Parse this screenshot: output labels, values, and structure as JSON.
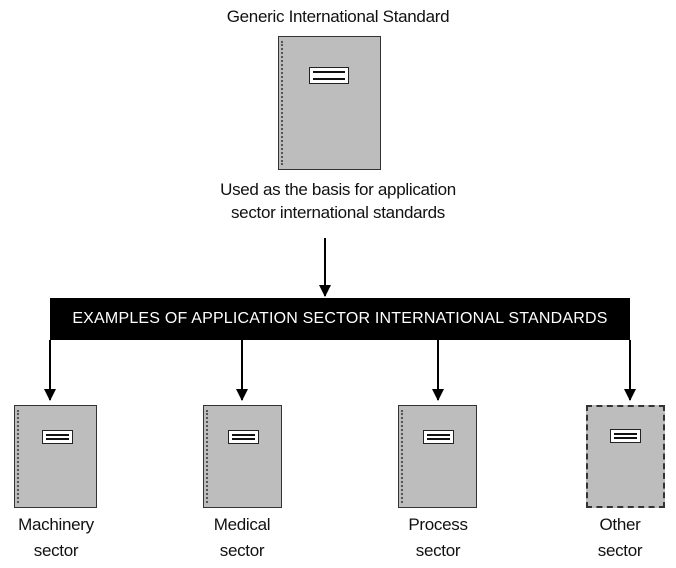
{
  "generic": {
    "title": "Generic International Standard",
    "caption_line1": "Used as the basis for application",
    "caption_line2": "sector international standards"
  },
  "banner": "EXAMPLES OF APPLICATION SECTOR INTERNATIONAL STANDARDS",
  "sectors": [
    {
      "line1": "Machinery",
      "line2": "sector"
    },
    {
      "line1": "Medical",
      "line2": "sector"
    },
    {
      "line1": "Process",
      "line2": "sector"
    },
    {
      "line1": "Other",
      "line2": "sector"
    }
  ],
  "colors": {
    "book_fill": "#bdbdbd",
    "banner_bg": "#000000",
    "banner_text": "#ffffff"
  }
}
